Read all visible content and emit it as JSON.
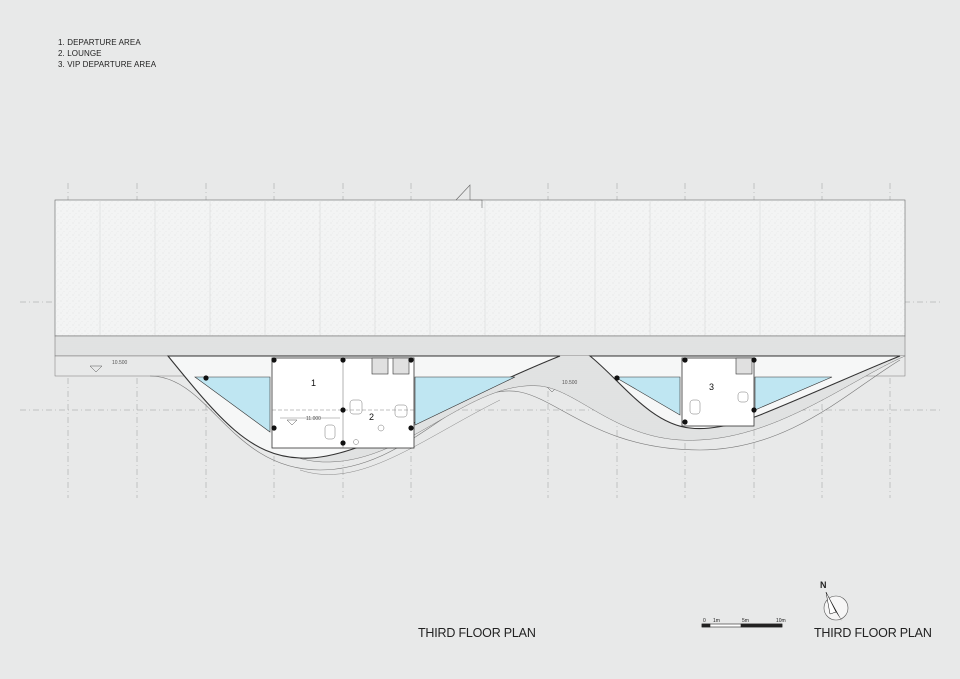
{
  "legend": {
    "items": [
      "1. DEPARTURE AREA",
      "2. LOUNGE",
      "3. VIP DEPARTURE AREA"
    ]
  },
  "plan": {
    "room_labels": [
      "1",
      "2",
      "3"
    ],
    "level_marks": [
      "10.500",
      "11.000",
      "10.500"
    ]
  },
  "scale_bar": {
    "ticks": [
      "0",
      "1m",
      "5m",
      "10m"
    ]
  },
  "north": {
    "label": "N"
  },
  "titles": {
    "main": "THIRD FLOOR PLAN",
    "side": "THIRD FLOOR PLAN"
  },
  "colors": {
    "background": "#e8e9e9",
    "line": "#333333",
    "glass": "#bfe6f2",
    "roof_fill": "#f1f2f2"
  }
}
